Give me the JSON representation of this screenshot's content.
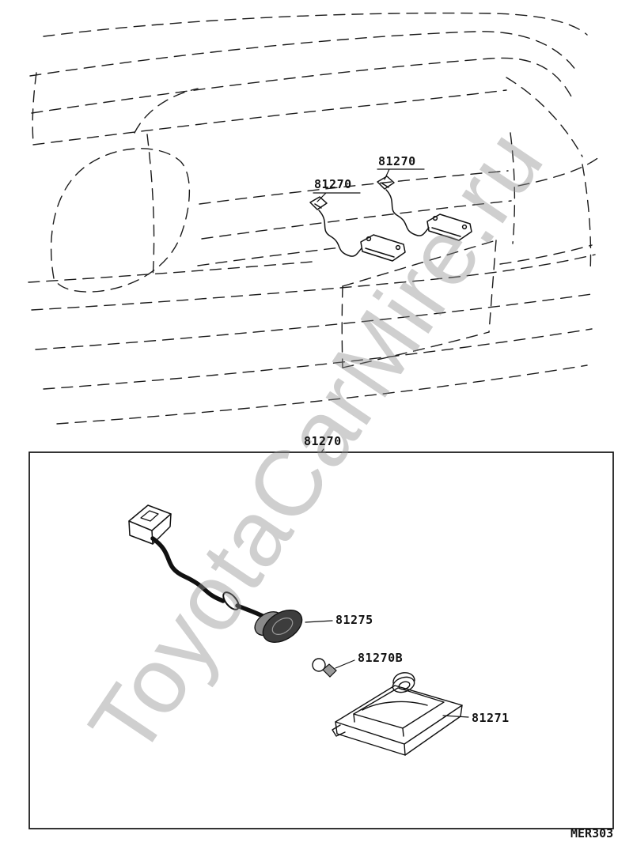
{
  "page": {
    "watermark": "ToyotaCarMire.ru",
    "footer_code": "MER303",
    "colors": {
      "line": "#1b1b1b",
      "watermark": "#8e8e8e"
    }
  },
  "callouts": {
    "main_left": "81270",
    "main_right": "81270",
    "detail_title": "81270",
    "socket": "81275",
    "bulb": "81270B",
    "lens": "81271"
  }
}
